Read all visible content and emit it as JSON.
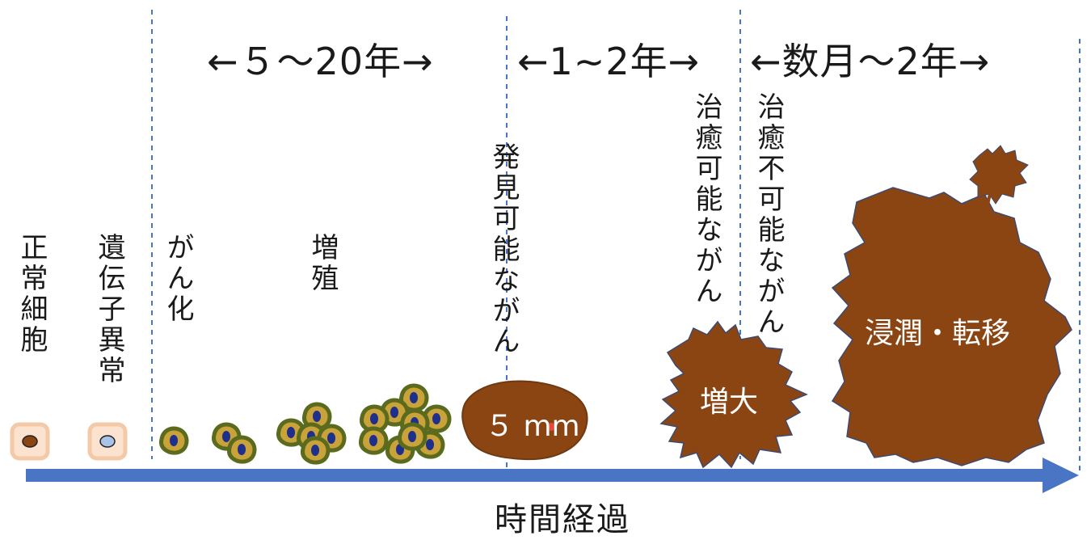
{
  "periods": {
    "p1": "←５～20年→",
    "p2": "←1~2年→",
    "p3": "←数月～2年→"
  },
  "stages": {
    "normal": "正常細胞",
    "gene": "遺伝子異常",
    "cancerize": "がん化",
    "proliferate": "増殖",
    "detectable": "発見可能ながん",
    "curable": "治癒可能ながん",
    "incurable": "治癒不可能ながん"
  },
  "tumor_labels": {
    "size": "５ mm",
    "enlarge": "増大",
    "metastasis": "浸潤・転移"
  },
  "axis": {
    "label": "時間経過"
  },
  "colors": {
    "arrow": "#4a74c4",
    "tumor": "#8b4513",
    "cell_outline": "#5a6b1e",
    "cell_fill": "#c9a23a",
    "nucleus": "#1f2f8c",
    "normal_cell_border": "#f3c9a8",
    "dashed_line": "#4a74c4"
  }
}
